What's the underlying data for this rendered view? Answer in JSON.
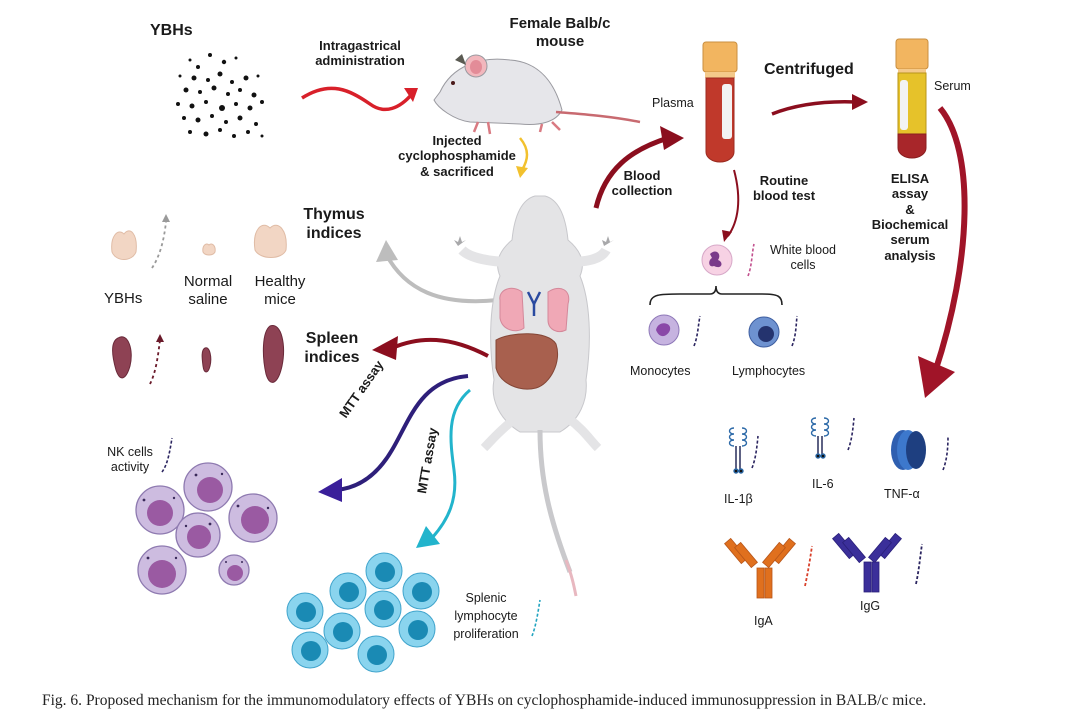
{
  "figure": {
    "caption": "Fig. 6. Proposed mechanism for the immunomodulatory effects of YBHs on cyclophosphamide-induced immunosuppression in BALB/c mice."
  },
  "top_row": {
    "ybhs_title": "YBHs",
    "administration_label_1": "Intragastrical",
    "administration_label_2": "administration",
    "mouse_title_1": "Female Balb/c",
    "mouse_title_2": "mouse",
    "injection_label_1": "Injected",
    "injection_label_2": "cyclophosphamide",
    "injection_label_3": "& sacrificed",
    "plasma_label": "Plasma",
    "centrifuged_label": "Centrifuged",
    "serum_label": "Serum"
  },
  "blood": {
    "collection_label_1": "Blood",
    "collection_label_2": "collection",
    "routine_label_1": "Routine",
    "routine_label_2": "blood test",
    "wbc_label_1": "White blood",
    "wbc_label_2": "cells",
    "monocytes_label": "Monocytes",
    "lymphocytes_label": "Lymphocytes"
  },
  "elisa": {
    "line1": "ELISA",
    "line2": "assay",
    "line3": "&",
    "line4": "Biochemical",
    "line5": "serum",
    "line6": "analysis"
  },
  "cytokines": {
    "il1b": "IL-1β",
    "il6": "IL-6",
    "tnfa": "TNF-α",
    "iga": "IgA",
    "igg": "IgG"
  },
  "organs": {
    "thymus_title_1": "Thymus",
    "thymus_title_2": "indices",
    "spleen_title_1": "Spleen",
    "spleen_title_2": "indices",
    "group_ybhs": "YBHs",
    "group_saline_1": "Normal",
    "group_saline_2": "saline",
    "group_healthy_1": "Healthy",
    "group_healthy_2": "mice"
  },
  "assays": {
    "mtt_1": "MTT assay",
    "mtt_2": "MTT assay",
    "nk_label_1": "NK cells",
    "nk_label_2": "activity",
    "splenic_label_1": "Splenic",
    "splenic_label_2": "lymphocyte",
    "splenic_label_3": "proliferation"
  },
  "colors": {
    "dark_red_arrow": "#8b0e1e",
    "bright_red_arrow": "#d8202a",
    "gray_arrow": "#b5b5b5",
    "indigo_arrow": "#2e1f7a",
    "teal_arrow": "#22b4cc",
    "yellow_arrow": "#f2c12e",
    "tube_cap": "#f2b560",
    "blood": "#c0392b",
    "serum": "#e6c22a",
    "iga": "#e0701e",
    "igg": "#3b2f9a",
    "nk_cell": "#b79cd0",
    "lymph_cell": "#4fc0e0"
  }
}
